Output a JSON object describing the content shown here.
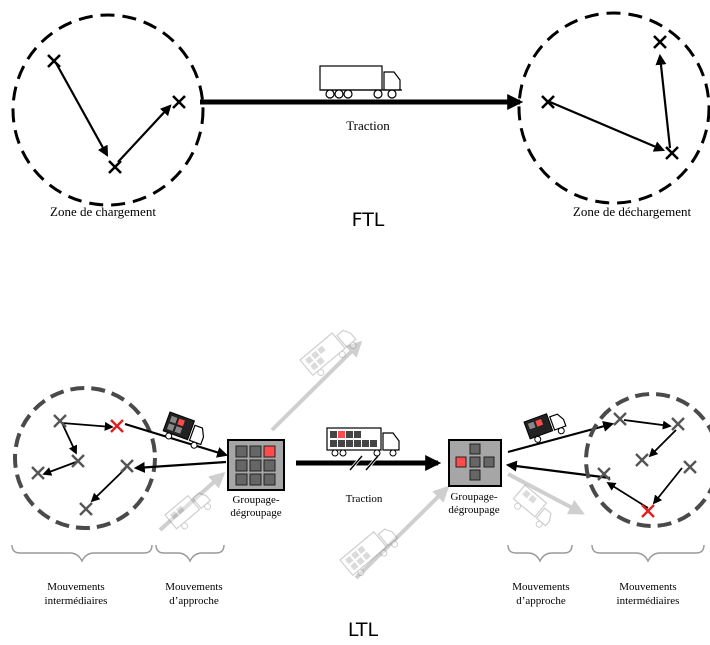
{
  "ftl": {
    "title": "FTL",
    "loading_zone_label": "Zone de chargement",
    "unloading_zone_label": "Zone de déchargement",
    "traction_label": "Traction"
  },
  "ltl": {
    "title": "LTL",
    "traction_label": "Traction",
    "hub_left_label_line1": "Groupage-",
    "hub_left_label_line2": "dégroupage",
    "hub_right_label_line1": "Groupage-",
    "hub_right_label_line2": "dégroupage",
    "left_intermediate_line1": "Mouvements",
    "left_intermediate_line2": "intermédiaires",
    "left_approach_line1": "Mouvements",
    "left_approach_line2": "d’approche",
    "right_approach_line1": "Mouvements",
    "right_approach_line2": "d’approche",
    "right_intermediate_line1": "Mouvements",
    "right_intermediate_line2": "intermédiaires"
  },
  "colors": {
    "black": "#000000",
    "dark_gray": "#4a4a4a",
    "light_gray": "#c8c8c8",
    "hub_fill": "#a6a6a6",
    "red": "#e02020",
    "box_red": "#ff4b4b"
  },
  "icons": [
    "truck-icon",
    "cross-marker-icon",
    "pallet-box-icon"
  ]
}
